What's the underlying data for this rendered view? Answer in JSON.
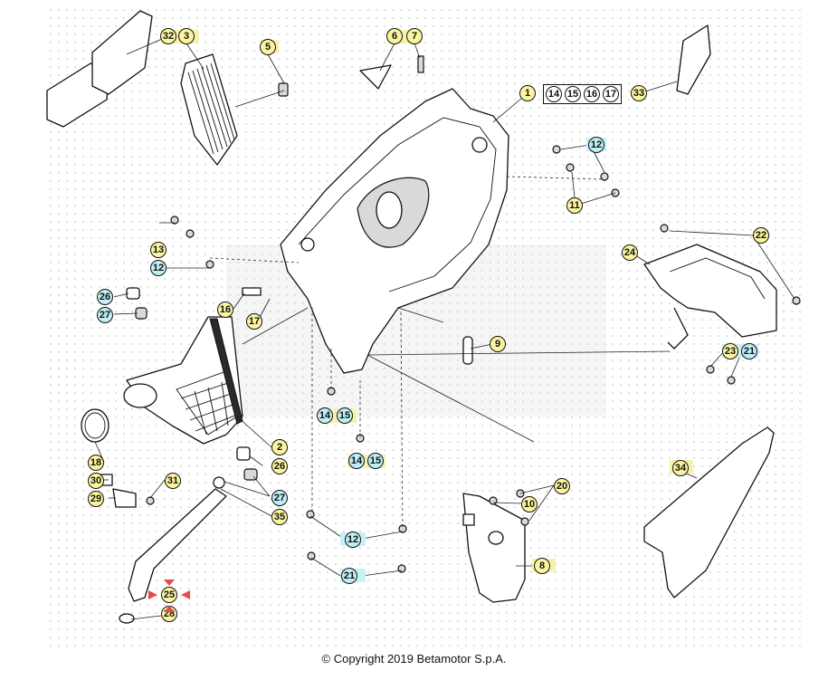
{
  "copyright": "© Copyright 2019 Betamotor S.p.A.",
  "colors": {
    "callout_yellow": "#fbf5a0",
    "callout_cyan": "#bfeef5",
    "marker_red": "#e84a4a"
  },
  "callouts": {
    "c32": "32",
    "c3": "3",
    "c5": "5",
    "c6": "6",
    "c7": "7",
    "c1": "1",
    "c14a": "14",
    "c15a": "15",
    "c16a": "16",
    "c17a": "17",
    "c33": "33",
    "c12a": "12",
    "c11": "11",
    "c13": "13",
    "c12b": "12",
    "c22": "22",
    "c24": "24",
    "c26a": "26",
    "c27a": "27",
    "c16b": "16",
    "c17b": "17",
    "c9": "9",
    "c23": "23",
    "c21a": "21",
    "c14b": "14",
    "c15b": "15",
    "c14c": "14",
    "c15c": "15",
    "c2": "2",
    "c18": "18",
    "c26b": "26",
    "c27b": "27",
    "c30": "30",
    "c31": "31",
    "c29": "29",
    "c35": "35",
    "c34": "34",
    "c20": "20",
    "c10": "10",
    "c12c": "12",
    "c21b": "21",
    "c8": "8",
    "c25": "25",
    "c28": "28"
  }
}
